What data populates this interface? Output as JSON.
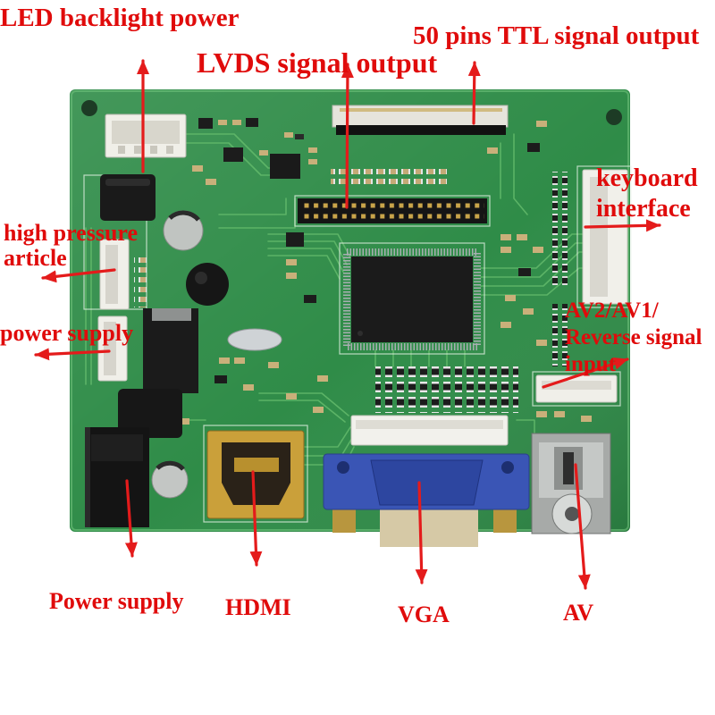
{
  "labels": {
    "led_backlight_power": "LED backlight power",
    "ttl_output": "50 pins TTL signal output",
    "lvds_output": "LVDS signal output",
    "keyboard_interface": [
      "keyboard",
      "interface"
    ],
    "high_pressure_article": [
      "high pressure",
      "article"
    ],
    "power_supply_left": "power supply",
    "av_signal_input": [
      "AV2/AV1/",
      "Reverse signal",
      "input"
    ],
    "power_supply_bottom": "Power supply",
    "hdmi": "HDMI",
    "vga": "VGA",
    "av": "AV"
  },
  "colors": {
    "label": "#e00b0b",
    "arrow": "#e41b1b",
    "pcb": "#2f8c48",
    "background": "#ffffff"
  }
}
